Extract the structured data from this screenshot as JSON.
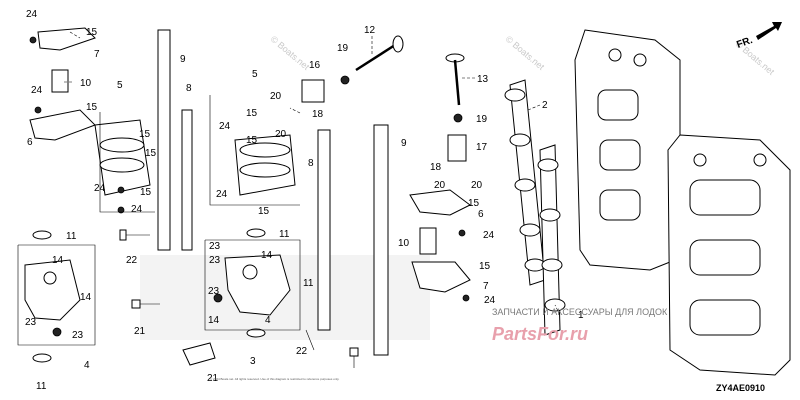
{
  "direction_label": "FR.",
  "diagram_code": "ZY4AE0910",
  "watermark_site": "© Boats.net",
  "watermark_ru": "ЗАПЧАСТИ И АКСЕССУАРЫ ДЛЯ ЛОДОК",
  "watermark_brand": "PartsFor.ru",
  "copyright": "© 2024 Boats.net. All rights reserved. Use of this diagram is restricted to reference purposes only.",
  "callouts": [
    {
      "id": "c1",
      "label": "24"
    },
    {
      "id": "c2",
      "label": "15"
    },
    {
      "id": "c3",
      "label": "7"
    },
    {
      "id": "c4",
      "label": "10"
    },
    {
      "id": "c5",
      "label": "24"
    },
    {
      "id": "c6",
      "label": "15"
    },
    {
      "id": "c7",
      "label": "6"
    },
    {
      "id": "c8",
      "label": "5"
    },
    {
      "id": "c9",
      "label": "15"
    },
    {
      "id": "c10",
      "label": "15"
    },
    {
      "id": "c11",
      "label": "24"
    },
    {
      "id": "c12",
      "label": "15"
    },
    {
      "id": "c13",
      "label": "24"
    },
    {
      "id": "c14",
      "label": "9"
    },
    {
      "id": "c15",
      "label": "8"
    },
    {
      "id": "c16",
      "label": "5"
    },
    {
      "id": "c17",
      "label": "24"
    },
    {
      "id": "c18",
      "label": "15"
    },
    {
      "id": "c19",
      "label": "15"
    },
    {
      "id": "c20",
      "label": "24"
    },
    {
      "id": "c21",
      "label": "15"
    },
    {
      "id": "c22",
      "label": "20"
    },
    {
      "id": "c23",
      "label": "20"
    },
    {
      "id": "c24",
      "label": "16"
    },
    {
      "id": "c25",
      "label": "18"
    },
    {
      "id": "c26",
      "label": "19"
    },
    {
      "id": "c27",
      "label": "12"
    },
    {
      "id": "c28",
      "label": "8"
    },
    {
      "id": "c29",
      "label": "9"
    },
    {
      "id": "c30",
      "label": "13"
    },
    {
      "id": "c31",
      "label": "2"
    },
    {
      "id": "c32",
      "label": "19"
    },
    {
      "id": "c33",
      "label": "17"
    },
    {
      "id": "c34",
      "label": "18"
    },
    {
      "id": "c35",
      "label": "20"
    },
    {
      "id": "c36",
      "label": "20"
    },
    {
      "id": "c37",
      "label": "15"
    },
    {
      "id": "c38",
      "label": "6"
    },
    {
      "id": "c39",
      "label": "24"
    },
    {
      "id": "c40",
      "label": "10"
    },
    {
      "id": "c41",
      "label": "15"
    },
    {
      "id": "c42",
      "label": "7"
    },
    {
      "id": "c43",
      "label": "24"
    },
    {
      "id": "c44",
      "label": "1"
    },
    {
      "id": "c45",
      "label": "11"
    },
    {
      "id": "c46",
      "label": "14"
    },
    {
      "id": "c47",
      "label": "14"
    },
    {
      "id": "c48",
      "label": "23"
    },
    {
      "id": "c49",
      "label": "23"
    },
    {
      "id": "c50",
      "label": "4"
    },
    {
      "id": "c51",
      "label": "11"
    },
    {
      "id": "c52",
      "label": "22"
    },
    {
      "id": "c53",
      "label": "21"
    },
    {
      "id": "c54",
      "label": "11"
    },
    {
      "id": "c55",
      "label": "23"
    },
    {
      "id": "c56",
      "label": "14"
    },
    {
      "id": "c57",
      "label": "23"
    },
    {
      "id": "c58",
      "label": "23"
    },
    {
      "id": "c59",
      "label": "14"
    },
    {
      "id": "c60",
      "label": "4"
    },
    {
      "id": "c61",
      "label": "11"
    },
    {
      "id": "c62",
      "label": "3"
    },
    {
      "id": "c63",
      "label": "21"
    },
    {
      "id": "c64",
      "label": "22"
    }
  ]
}
